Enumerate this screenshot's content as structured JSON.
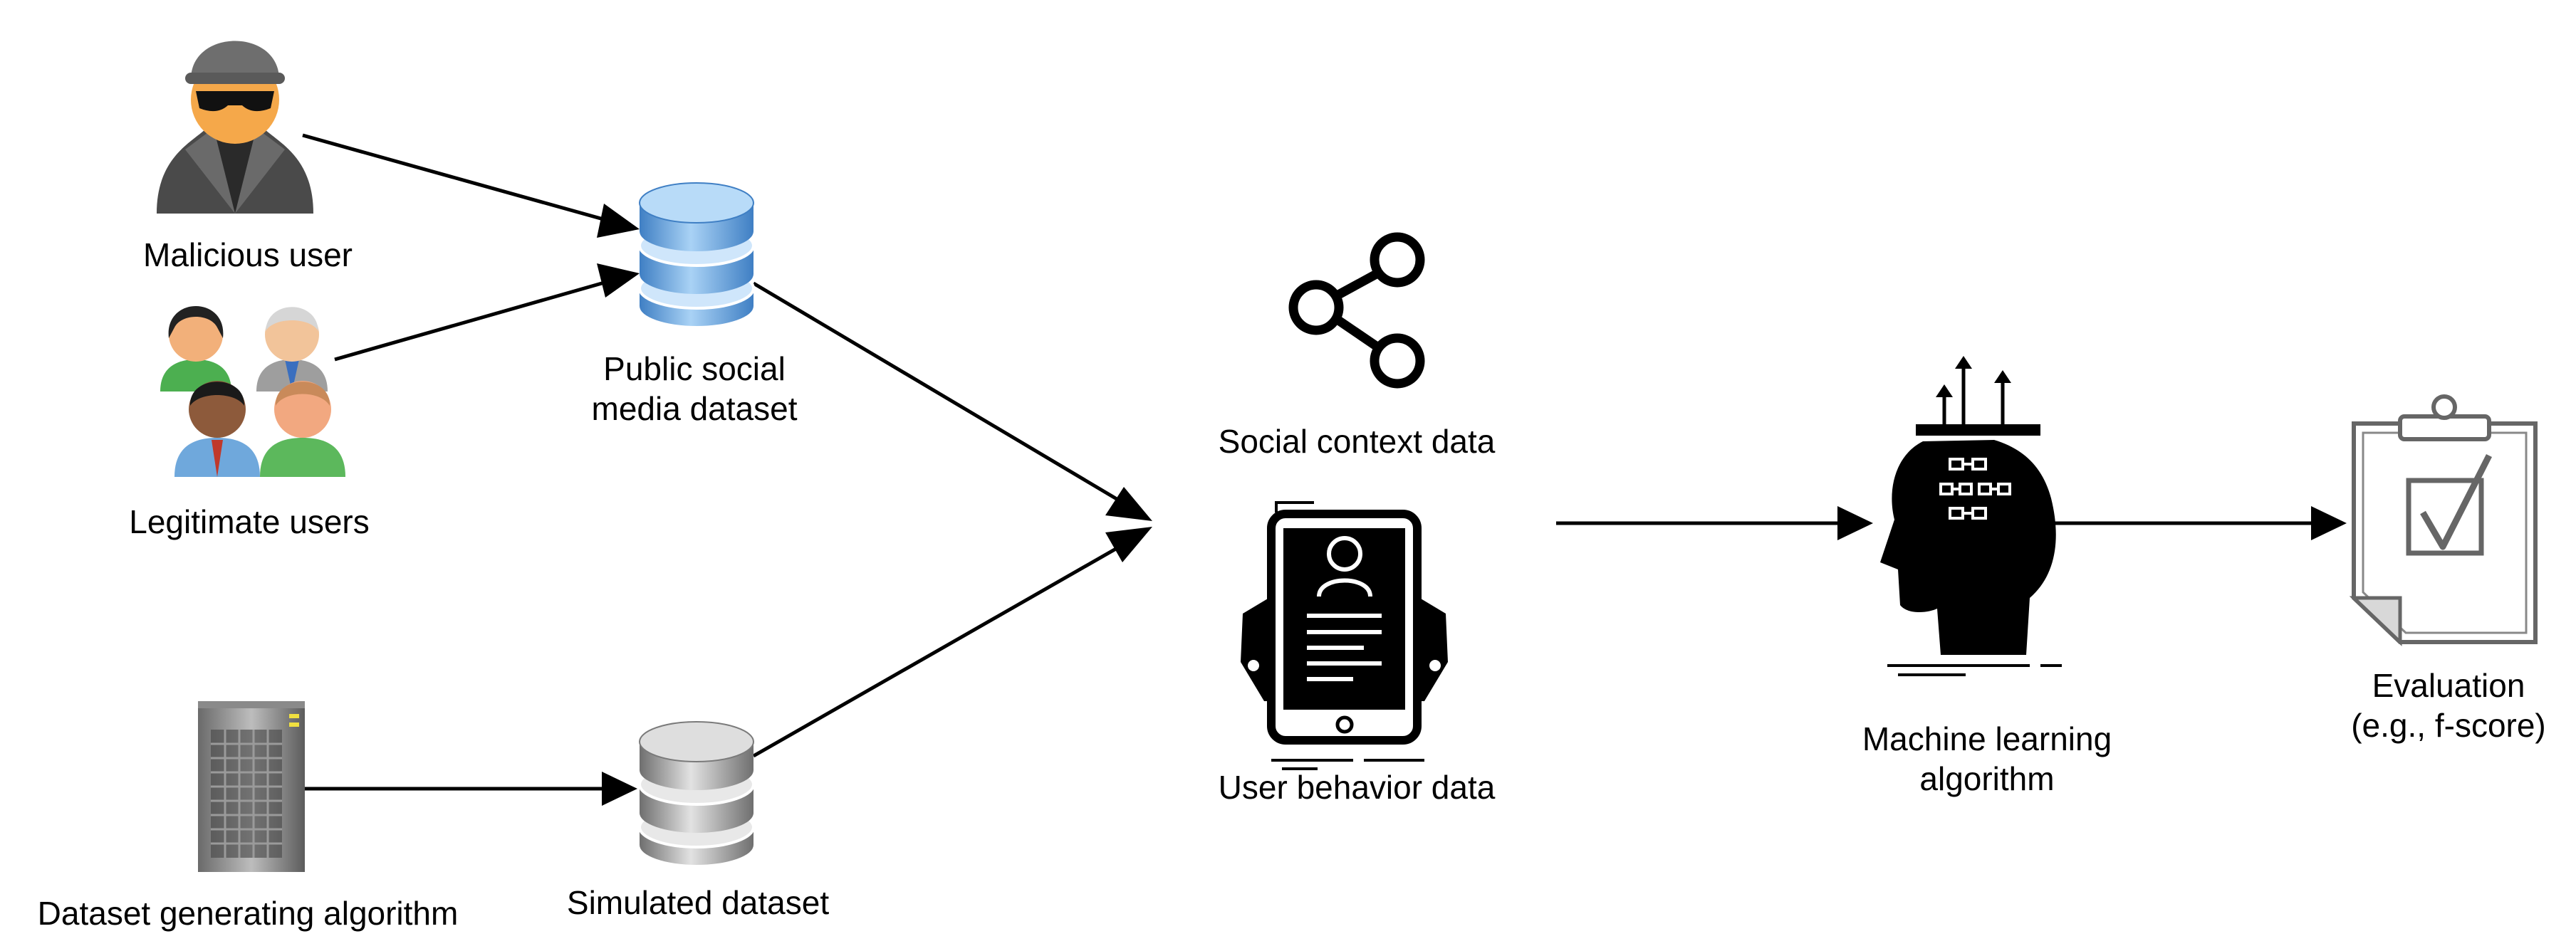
{
  "labels": {
    "malicious_user": "Malicious user",
    "legitimate_users": "Legitimate users",
    "dataset_generating_algorithm": "Dataset generating algorithm",
    "public_dataset_line1": "Public social",
    "public_dataset_line2": "media dataset",
    "simulated_dataset": "Simulated dataset",
    "social_context_data": "Social context data",
    "user_behavior_data": "User behavior data",
    "ml_line1": "Machine learning",
    "ml_line2": "algorithm",
    "evaluation_line1": "Evaluation",
    "evaluation_line2": "(e.g., f-score)"
  },
  "icons": {
    "malicious_user": "spy-user-icon",
    "legitimate_users": "user-group-icon",
    "generator": "server-tower-icon",
    "public_dataset": "blue-database-icon",
    "simulated_dataset": "gray-database-icon",
    "social_context": "share-network-icon",
    "user_behavior": "tablet-profile-icon",
    "ml": "ai-head-icon",
    "evaluation": "clipboard-check-icon"
  },
  "colors": {
    "public_db": "#5b9bd5",
    "simulated_db": "#9a9a9a",
    "arrow": "#000000",
    "icon_dark": "#111111"
  }
}
